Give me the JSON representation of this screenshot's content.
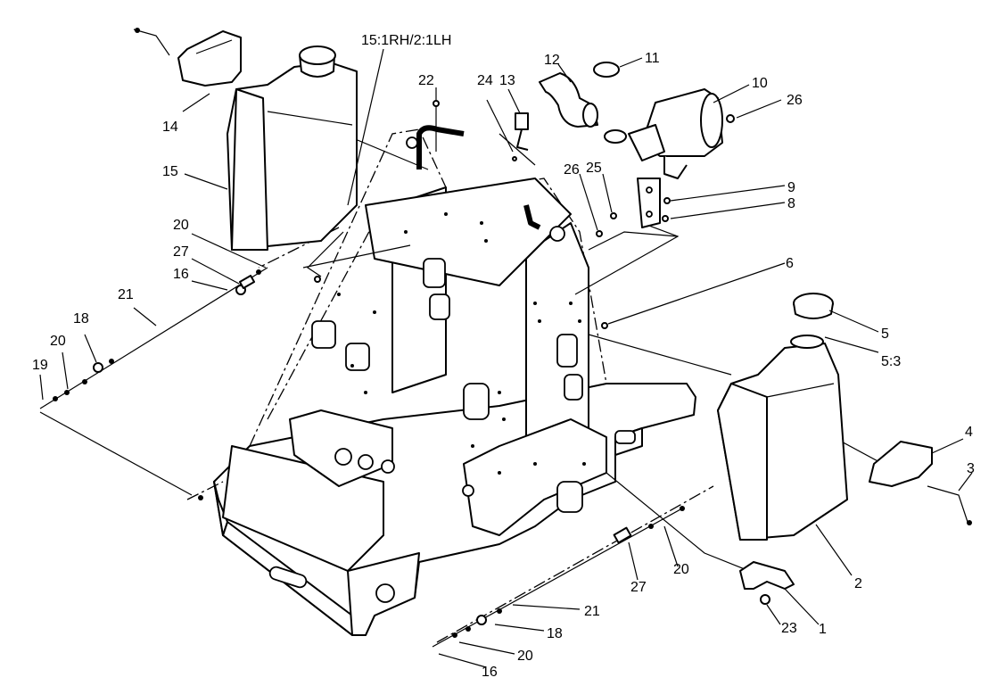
{
  "callouts": [
    {
      "id": "c-15-ratio",
      "text": "15:1RH/2:1LH"
    },
    {
      "id": "c-13",
      "text": "13"
    },
    {
      "id": "c-12",
      "text": "12"
    },
    {
      "id": "c-11",
      "text": "11"
    },
    {
      "id": "c-10",
      "text": "10"
    },
    {
      "id": "c-26a",
      "text": "26"
    },
    {
      "id": "c-22",
      "text": "22"
    },
    {
      "id": "c-24",
      "text": "24"
    },
    {
      "id": "c-14",
      "text": "14"
    },
    {
      "id": "c-15",
      "text": "15"
    },
    {
      "id": "c-26b",
      "text": "26"
    },
    {
      "id": "c-25",
      "text": "25"
    },
    {
      "id": "c-9",
      "text": "9"
    },
    {
      "id": "c-8",
      "text": "8"
    },
    {
      "id": "c-20a",
      "text": "20"
    },
    {
      "id": "c-27a",
      "text": "27"
    },
    {
      "id": "c-16a",
      "text": "16"
    },
    {
      "id": "c-6",
      "text": "6"
    },
    {
      "id": "c-21a",
      "text": "21"
    },
    {
      "id": "c-18a",
      "text": "18"
    },
    {
      "id": "c-20b",
      "text": "20"
    },
    {
      "id": "c-19",
      "text": "19"
    },
    {
      "id": "c-5",
      "text": "5"
    },
    {
      "id": "c-53",
      "text": "5:3"
    },
    {
      "id": "c-4",
      "text": "4"
    },
    {
      "id": "c-3",
      "text": "3"
    },
    {
      "id": "c-2",
      "text": "2"
    },
    {
      "id": "c-20c",
      "text": "20"
    },
    {
      "id": "c-27b",
      "text": "27"
    },
    {
      "id": "c-21b",
      "text": "21"
    },
    {
      "id": "c-1",
      "text": "1"
    },
    {
      "id": "c-23",
      "text": "23"
    },
    {
      "id": "c-18b",
      "text": "18"
    },
    {
      "id": "c-20d",
      "text": "20"
    },
    {
      "id": "c-16b",
      "text": "16"
    }
  ]
}
